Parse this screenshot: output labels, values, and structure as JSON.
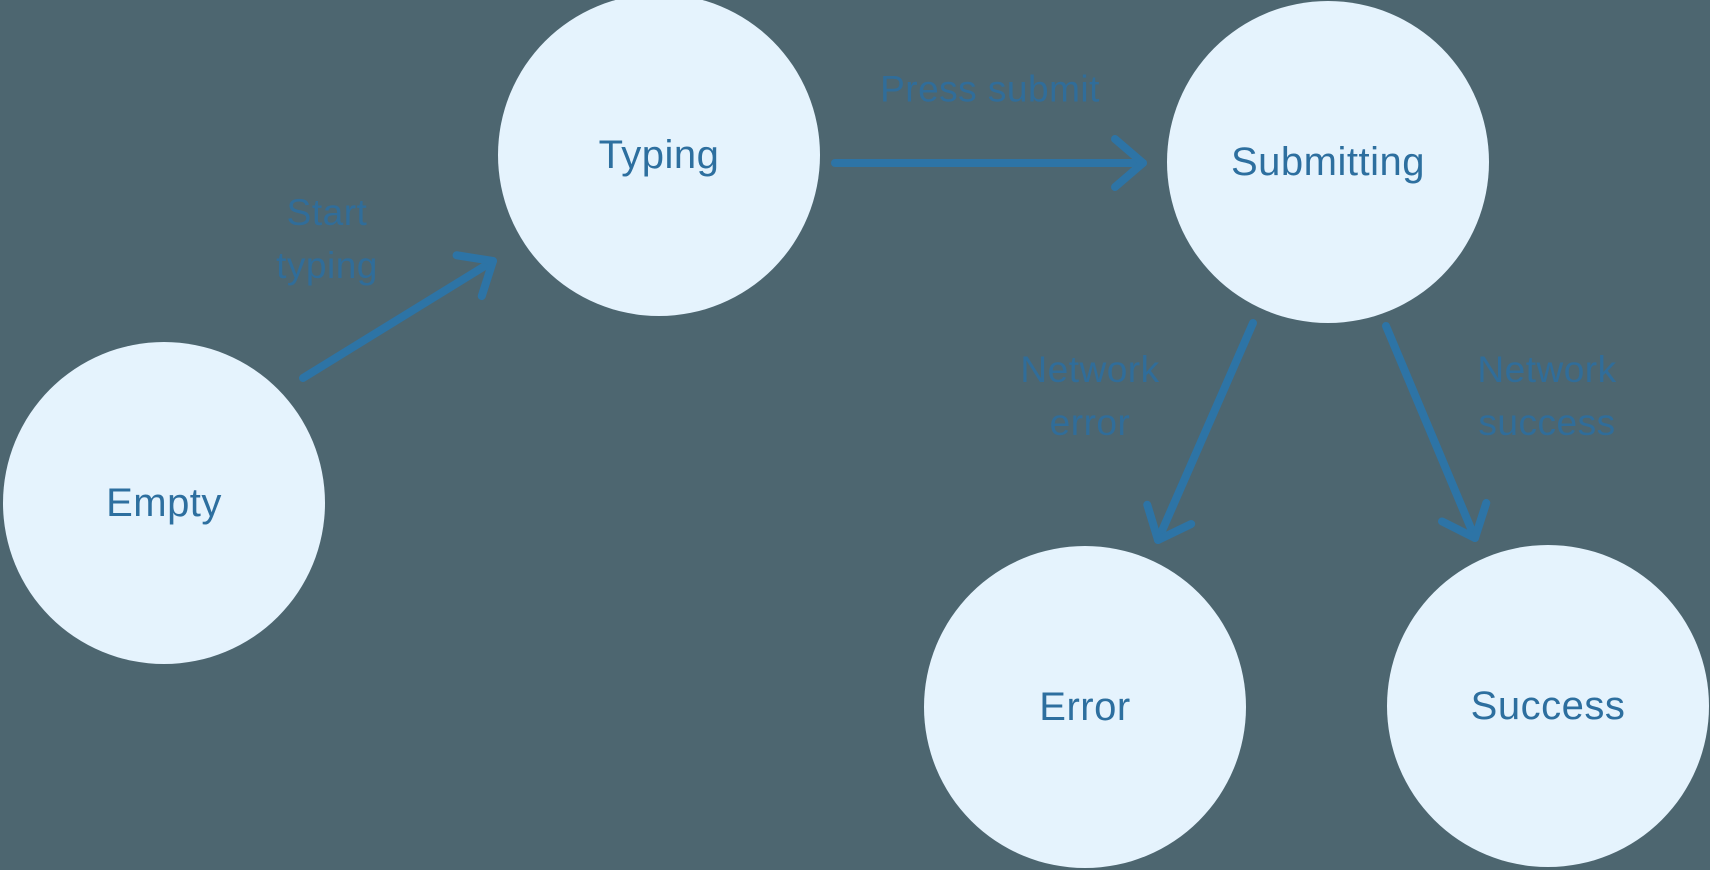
{
  "diagram": {
    "type": "state-machine",
    "states": [
      {
        "id": "empty",
        "label": "Empty"
      },
      {
        "id": "typing",
        "label": "Typing"
      },
      {
        "id": "submitting",
        "label": "Submitting"
      },
      {
        "id": "error",
        "label": "Error"
      },
      {
        "id": "success",
        "label": "Success"
      }
    ],
    "transitions": [
      {
        "id": "start-typing",
        "from": "Empty",
        "to": "Typing",
        "label": "Start typing",
        "lines": [
          "Start",
          "typing"
        ]
      },
      {
        "id": "press-submit",
        "from": "Typing",
        "to": "Submitting",
        "label": "Press submit",
        "lines": [
          "Press submit"
        ]
      },
      {
        "id": "network-error",
        "from": "Submitting",
        "to": "Error",
        "label": "Network error",
        "lines": [
          "Network",
          "error"
        ]
      },
      {
        "id": "network-success",
        "from": "Submitting",
        "to": "Success",
        "label": "Network success",
        "lines": [
          "Network",
          "success"
        ]
      }
    ],
    "colors": {
      "background": "#4d6670",
      "node_fill": "#e5f3fd",
      "node_text": "#2d6f9f",
      "edge_label": "#2f6e9c",
      "arrow": "#2d74a6"
    }
  }
}
